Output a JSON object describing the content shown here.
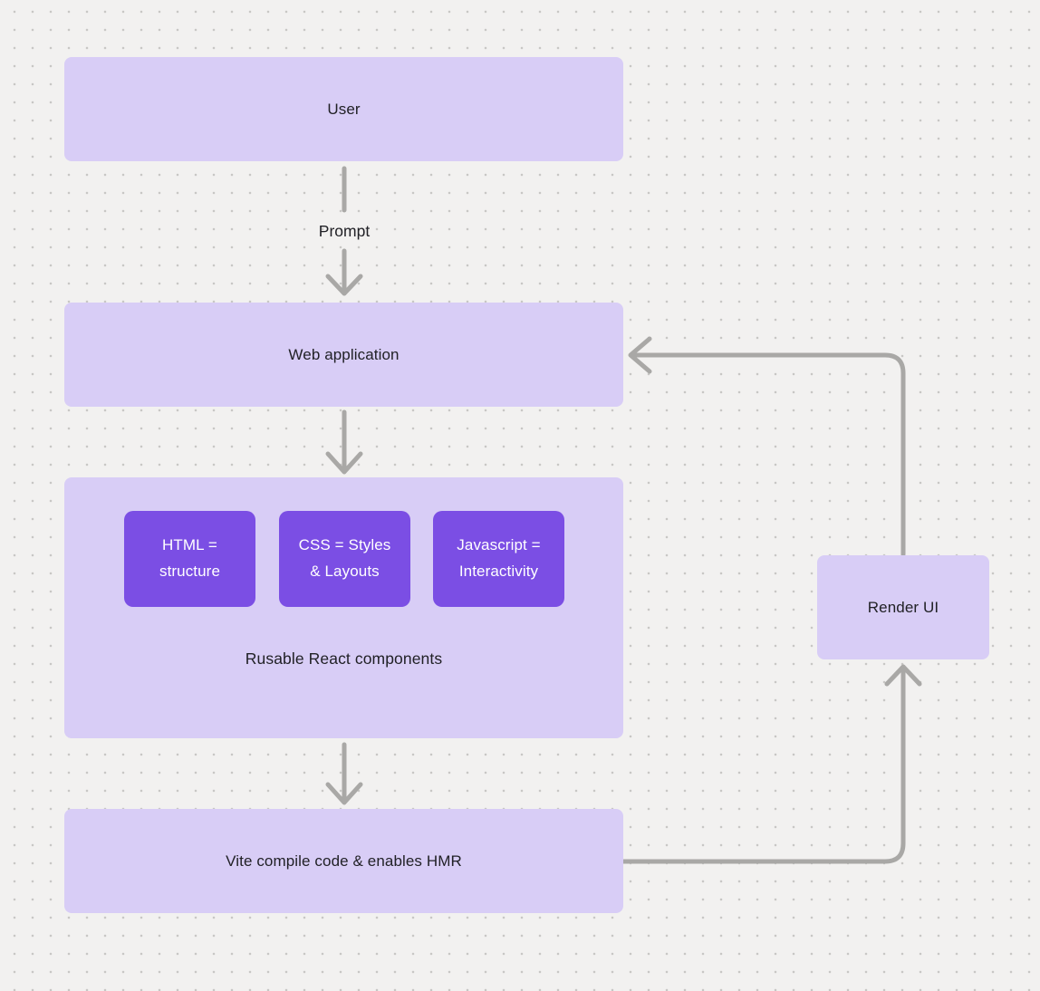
{
  "colors": {
    "bg": "#F2F1F0",
    "dot": "#C8C7C5",
    "box_light": "#D8CDF6",
    "box_dark": "#7B4EE4",
    "text_dark": "#212126",
    "text_light": "#FFFFFF",
    "connector": "#A9A8A6"
  },
  "nodes": {
    "user": {
      "label": "User"
    },
    "web_application": {
      "label": "Web application"
    },
    "components_group": {
      "label": "Rusable React components",
      "children": [
        {
          "label": "HTML =\nstructure"
        },
        {
          "label": "CSS = Styles\n& Layouts"
        },
        {
          "label": "Javascript =\nInteractivity"
        }
      ]
    },
    "vite": {
      "label": "Vite compile code & enables HMR"
    },
    "render_ui": {
      "label": "Render UI"
    }
  },
  "edges": {
    "prompt_label": "Prompt"
  }
}
